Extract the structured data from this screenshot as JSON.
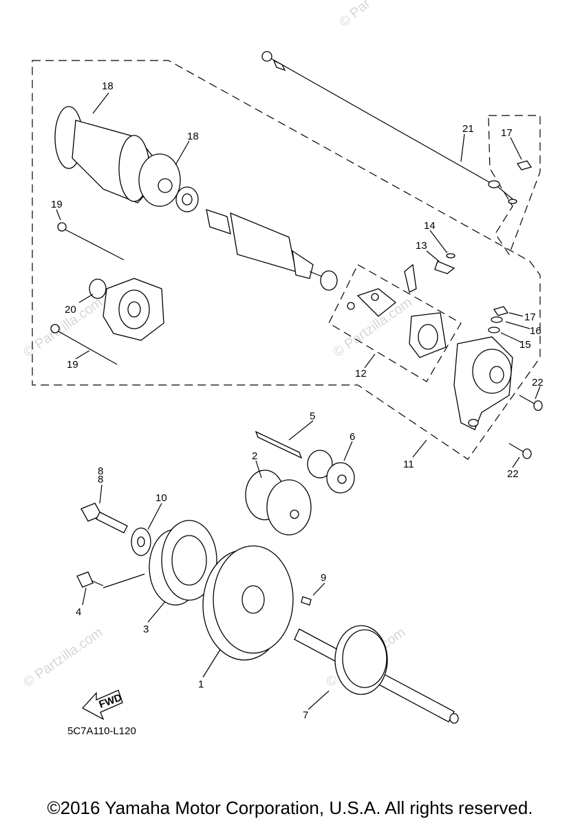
{
  "watermark": "© Partzilla.com",
  "watermark_top": "© Par",
  "diagram_code": "5C7A110-L120",
  "fwd_label": "FWD",
  "copyright": "©2016 Yamaha Motor Corporation, U.S.A. All rights reserved.",
  "callouts": {
    "c1": "1",
    "c2": "2",
    "c3": "3",
    "c4": "4",
    "c5": "5",
    "c6": "6",
    "c7": "7",
    "c8a": "8",
    "c8b": "8",
    "c9": "9",
    "c10": "10",
    "c11": "11",
    "c12": "12",
    "c13": "13",
    "c14": "14",
    "c15": "15",
    "c16": "16",
    "c17a": "17",
    "c17b": "17",
    "c18a": "18",
    "c18b": "18",
    "c19a": "19",
    "c19b": "19",
    "c20": "20",
    "c21": "21",
    "c22a": "22",
    "c22b": "22"
  }
}
